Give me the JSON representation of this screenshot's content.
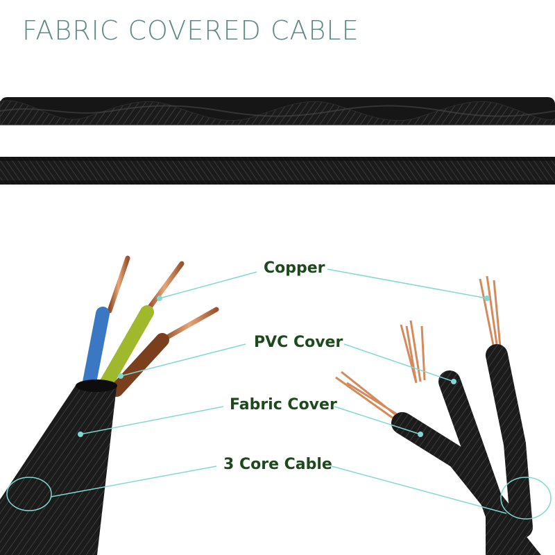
{
  "title": "FABRIC COVERED CABLE",
  "labels": {
    "copper": "Copper",
    "pvc": "PVC Cover",
    "fabric": "Fabric Cover",
    "core": "3 Core Cable"
  },
  "colors": {
    "title": "#5f8a88",
    "label": "#1d4a1d",
    "callout_line": "#7fd8d4",
    "cable_black": "#1c1c1c",
    "copper": "#c7784a",
    "wire_blue": "#3b78c4",
    "wire_yellow_green": "#9fb82c",
    "wire_brown": "#7a3f1c"
  }
}
